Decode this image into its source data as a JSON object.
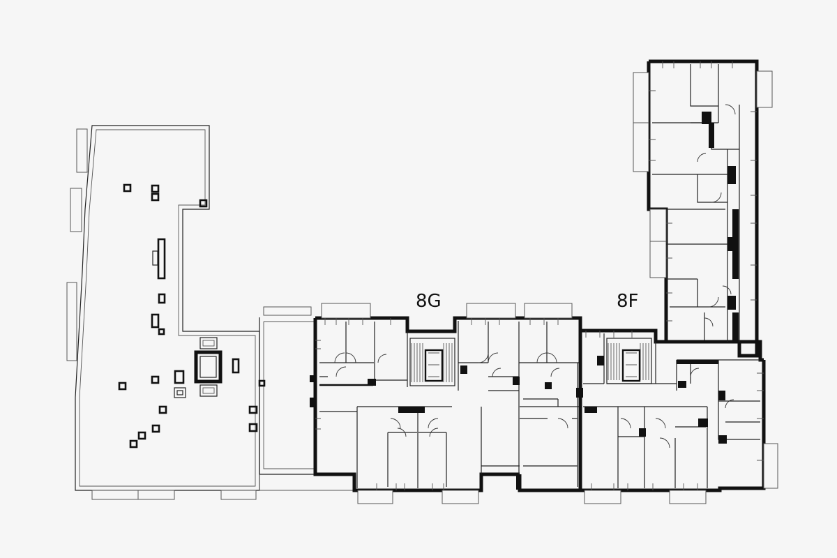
{
  "plan": {
    "labels": [
      {
        "id": "section-8g",
        "text": "8G"
      },
      {
        "id": "section-8f",
        "text": "8F"
      }
    ],
    "colors": {
      "background": "#f6f6f6",
      "wall": "#111111",
      "line": "#555555"
    }
  }
}
